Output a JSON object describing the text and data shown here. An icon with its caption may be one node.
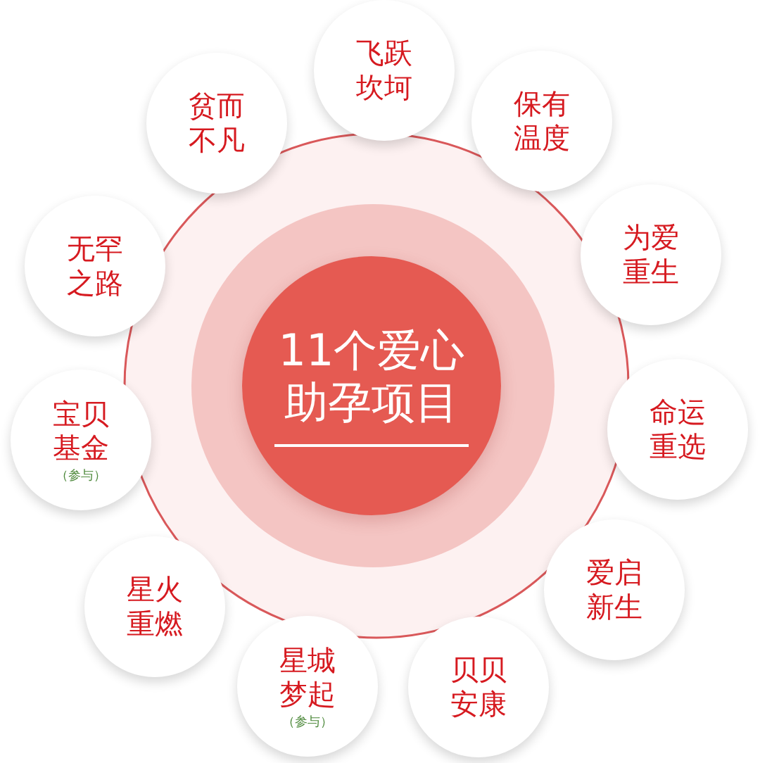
{
  "diagram": {
    "nodes": [
      {
        "text": [
          "11个爱心助孕项目"
        ]
      },
      {
        "text": [
          "飞跃坎坷"
        ]
      },
      {
        "text": [
          "保有温度"
        ]
      },
      {
        "text": [
          "为爱重生"
        ]
      },
      {
        "text": [
          "命运重选"
        ]
      },
      {
        "text": [
          "爱启新生"
        ]
      },
      {
        "text": [
          "贝贝安康"
        ]
      },
      {
        "text": [
          "星城梦起",
          "（参与）"
        ]
      },
      {
        "text": [
          "星火重燃"
        ]
      },
      {
        "text": [
          "宝贝基金",
          "（参与）"
        ]
      },
      {
        "text": [
          "无罕之路"
        ]
      },
      {
        "text": [
          "贫而不凡"
        ]
      }
    ]
  }
}
